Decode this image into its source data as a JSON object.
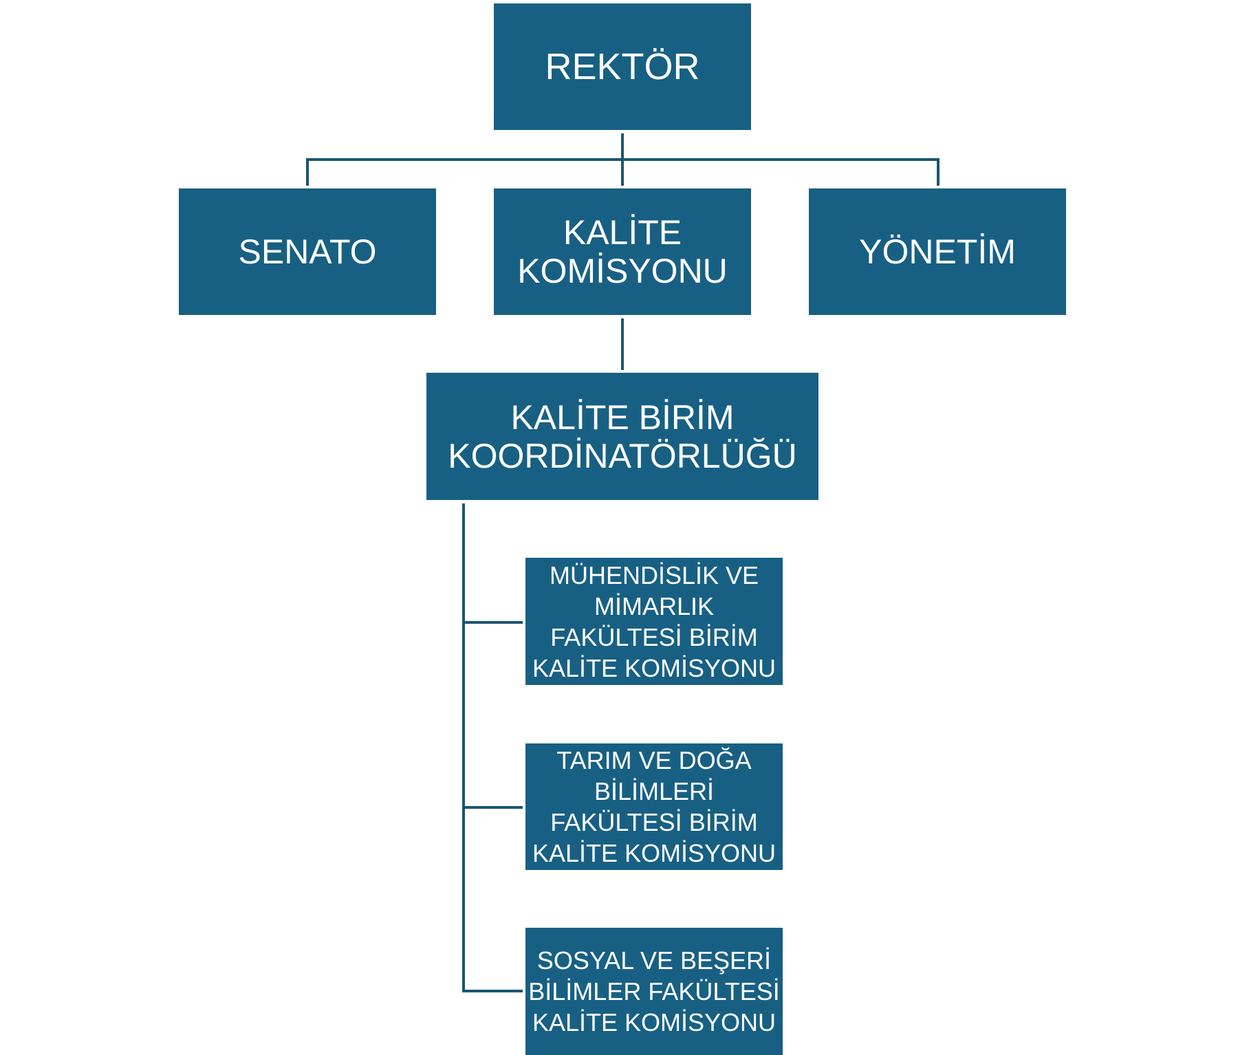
{
  "chart_data": {
    "type": "org-chart",
    "root": "REKTÖR",
    "nodes": [
      {
        "id": "rektor",
        "label": "REKTÖR",
        "parent": null
      },
      {
        "id": "senato",
        "label": "SENATO",
        "parent": "rektor"
      },
      {
        "id": "kalite_komisyonu",
        "label": "KALİTE KOMİSYONU",
        "parent": "rektor"
      },
      {
        "id": "yonetim",
        "label": "YÖNETİM",
        "parent": "rektor"
      },
      {
        "id": "kbk",
        "label": "KALİTE BİRİM KOORDİNATÖRLÜĞÜ",
        "parent": "kalite_komisyonu"
      },
      {
        "id": "muhendislik",
        "label": "MÜHENDİSLİK VE MİMARLIK FAKÜLTESİ BİRİM KALİTE KOMİSYONU",
        "parent": "kbk"
      },
      {
        "id": "tarim",
        "label": "TARIM VE DOĞA BİLİMLERİ FAKÜLTESİ BİRİM KALİTE KOMİSYONU",
        "parent": "kbk"
      },
      {
        "id": "sosyal",
        "label": "SOSYAL VE BEŞERİ BİLİMLER FAKÜLTESİ KALİTE KOMİSYONU",
        "parent": "kbk"
      }
    ]
  },
  "labels": {
    "rektor": "REKTÖR",
    "senato": "SENATO",
    "kalite_komisyonu": "KALİTE KOMİSYONU",
    "yonetim": "YÖNETİM",
    "kbk": "KALİTE BİRİM KOORDİNATÖRLÜĞÜ",
    "muhendislik": "MÜHENDİSLİK VE MİMARLIK FAKÜLTESİ BİRİM KALİTE KOMİSYONU",
    "tarim": "TARIM VE DOĞA BİLİMLERİ FAKÜLTESİ BİRİM KALİTE KOMİSYONU",
    "sosyal": "SOSYAL VE BEŞERİ BİLİMLER FAKÜLTESİ KALİTE KOMİSYONU"
  },
  "colors": {
    "box": "#186083",
    "line": "#1b5574",
    "text": "#ffffff"
  }
}
